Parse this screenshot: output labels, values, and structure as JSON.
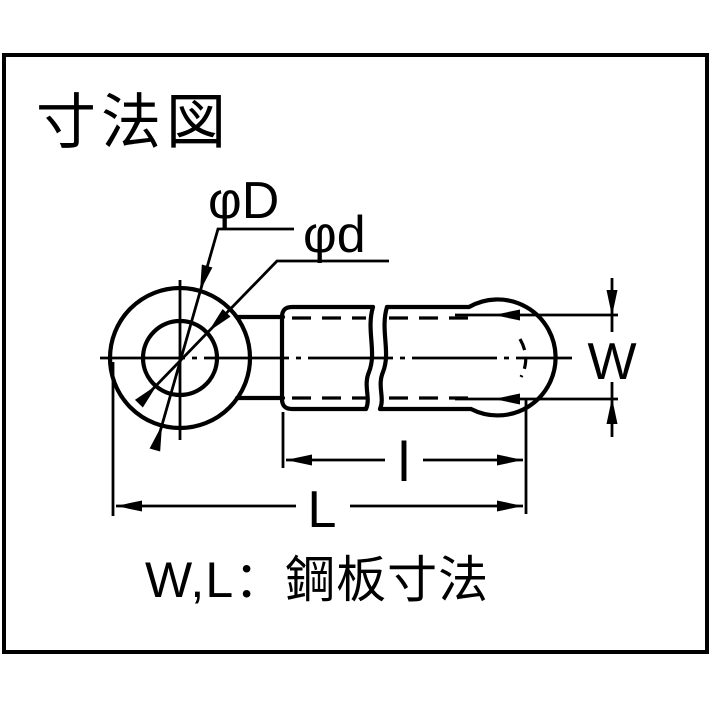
{
  "colors": {
    "background": "#ffffff",
    "ink": "#000000"
  },
  "title": "寸法図",
  "caption": "W,L：鋼板寸法",
  "dimension_labels": {
    "ring_outer_diameter": "φD",
    "ring_inner_diameter": "φd",
    "plate_width": "W",
    "barrel_length": "l",
    "plate_length": "L"
  }
}
